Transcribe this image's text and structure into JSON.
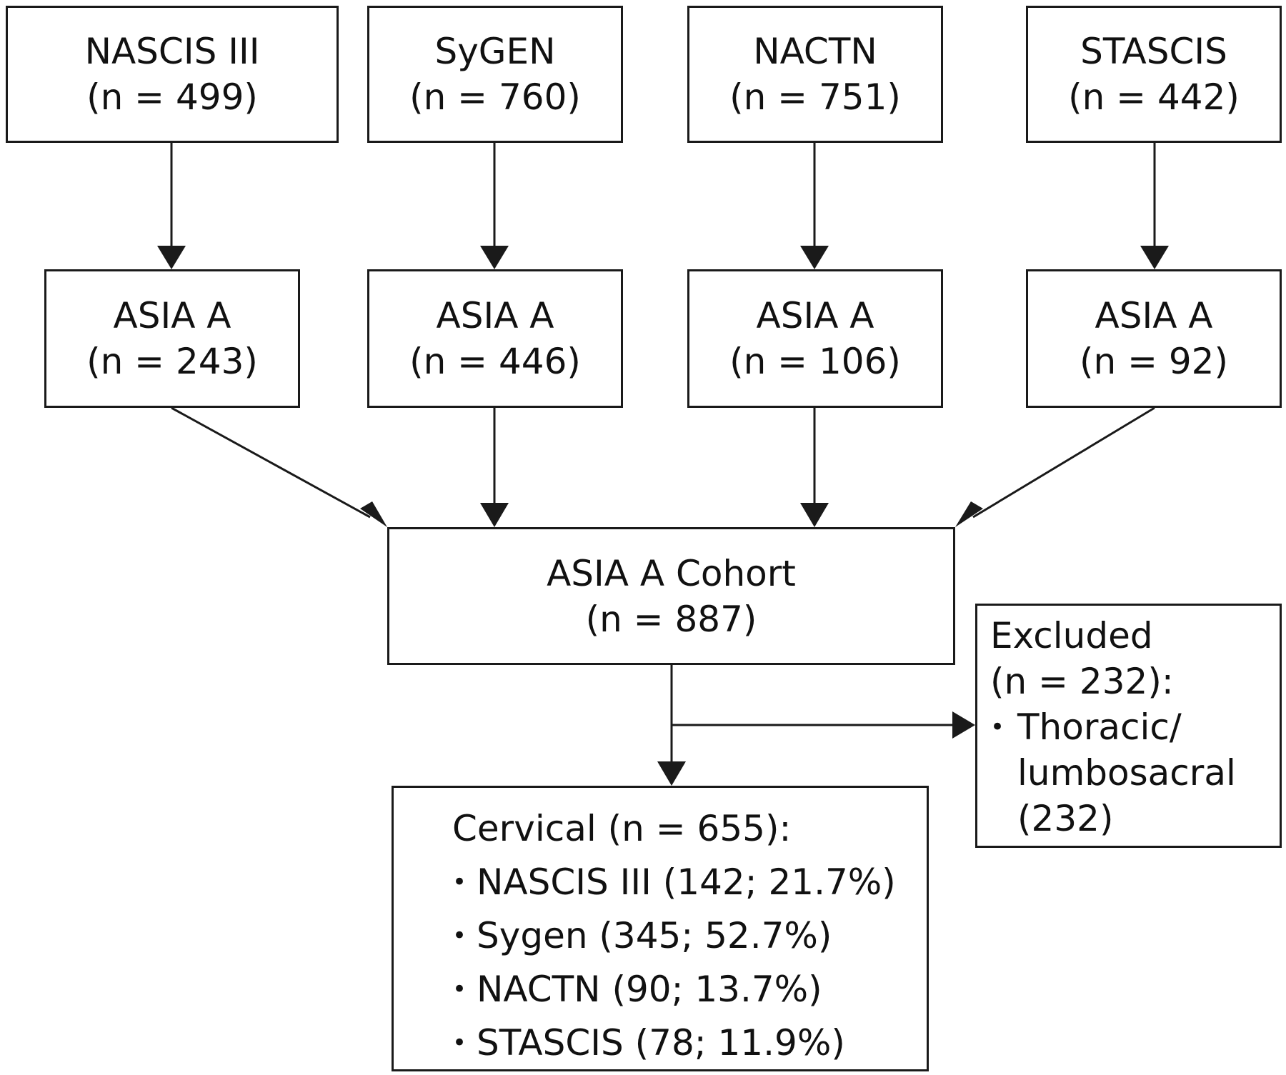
{
  "sources": [
    {
      "name": "NASCIS III",
      "n": "(n = 499)"
    },
    {
      "name": "SyGEN",
      "n": "(n = 760)"
    },
    {
      "name": "NACTN",
      "n": "(n = 751)"
    },
    {
      "name": "STASCIS",
      "n": "(n = 442)"
    }
  ],
  "asia": [
    {
      "label": "ASIA A",
      "n": "(n = 243)"
    },
    {
      "label": "ASIA A",
      "n": "(n = 446)"
    },
    {
      "label": "ASIA A",
      "n": "(n = 106)"
    },
    {
      "label": "ASIA A",
      "n": "(n = 92)"
    }
  ],
  "cohort": {
    "label": "ASIA A Cohort",
    "n": "(n = 887)"
  },
  "excluded": {
    "title": "Excluded",
    "n": "(n = 232):",
    "bullet": "•",
    "items": [
      [
        "Thoracic/",
        "lumbosacral",
        "(232)"
      ]
    ]
  },
  "cervical": {
    "title": "Cervical (n = 655):",
    "bullet": "•",
    "items": [
      "NASCIS III (142; 21.7%)",
      "Sygen (345; 52.7%)",
      "NACTN (90; 13.7%)",
      "STASCIS (78; 11.9%)"
    ]
  },
  "colors": {
    "stroke": "#1a1a1a",
    "background": "#ffffff",
    "text": "#111111"
  }
}
